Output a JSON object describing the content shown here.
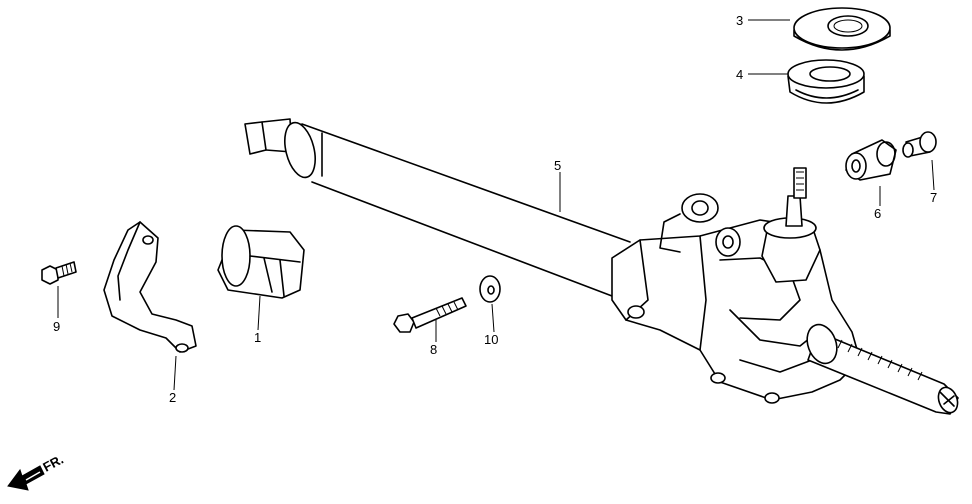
{
  "callouts": {
    "c1": "1",
    "c2": "2",
    "c3": "3",
    "c4": "4",
    "c5": "5",
    "c6": "6",
    "c7": "7",
    "c8": "8",
    "c9": "9",
    "c10": "10"
  },
  "front_indicator": "FR."
}
